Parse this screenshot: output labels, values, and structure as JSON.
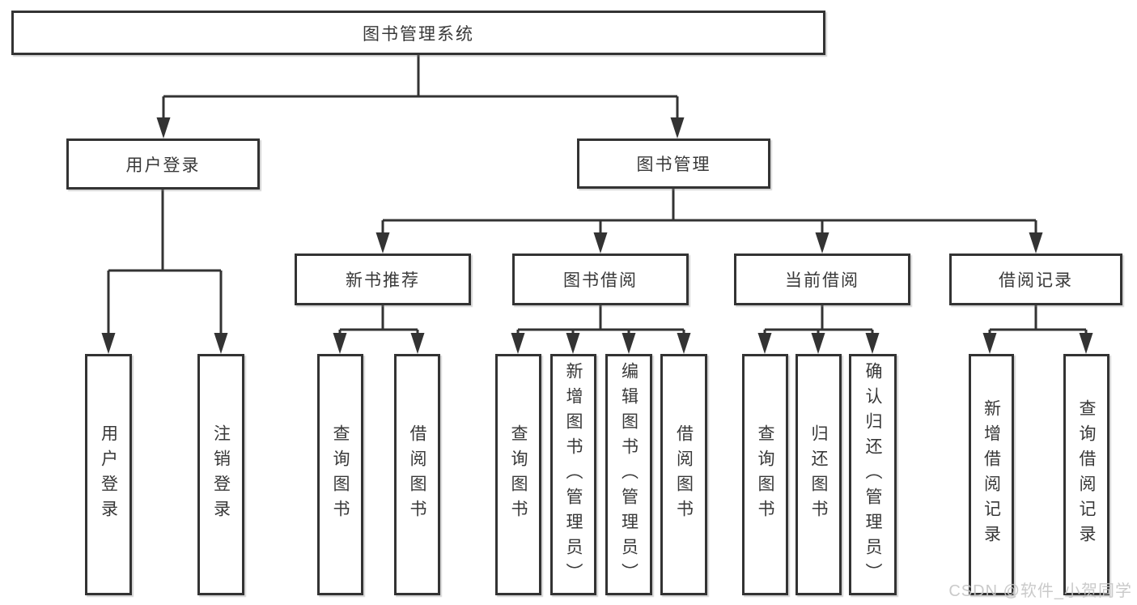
{
  "tree": {
    "root": "图书管理系统",
    "branches": {
      "user": "用户登录",
      "mgmt": "图书管理"
    },
    "modules": {
      "recommend": "新书推荐",
      "borrow": "图书借阅",
      "current": "当前借阅",
      "records": "借阅记录"
    },
    "functions": {
      "user_login": "用户登录",
      "user_logout": "注销登录",
      "rec_query": "查询图书",
      "rec_borrow": "借阅图书",
      "borrow_query": "查询图书",
      "borrow_add": "新增图书（管理员）",
      "borrow_edit": "编辑图书（管理员）",
      "borrow_do": "借阅图书",
      "cur_query": "查询图书",
      "cur_return": "归还图书",
      "cur_confirm": "确认归还（管理员）",
      "records_add": "新增借阅记录",
      "records_query": "查询借阅记录"
    },
    "watermark": "CSDN @软件_小贺同学"
  },
  "colors": {
    "line": "#333333",
    "box_border": "#333333",
    "box_fill": "#ffffff",
    "text": "#383838",
    "watermark": "#c6c6c6"
  }
}
